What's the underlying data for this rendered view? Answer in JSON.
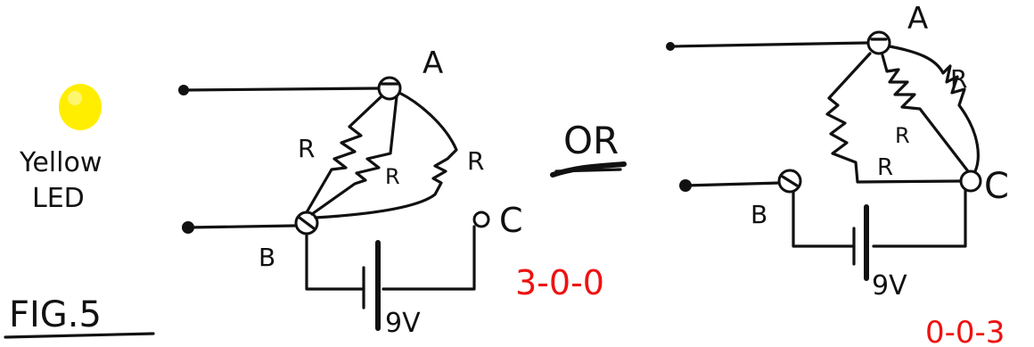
{
  "left_panel": {
    "led_label_line1": "Yellow",
    "led_label_line2": "LED",
    "led_color": "#ffee00",
    "figure_label": "FIG.5"
  },
  "circuit_1": {
    "node_a": "A",
    "node_b": "B",
    "node_c": "C",
    "resistor_labels": [
      "R",
      "R",
      "R"
    ],
    "battery_label": "9V",
    "code": "3-0-0"
  },
  "separator": {
    "label": "OR"
  },
  "circuit_2": {
    "node_a": "A",
    "node_b": "B",
    "node_c": "C",
    "resistor_labels": [
      "R",
      "R",
      "R"
    ],
    "battery_label": "9V",
    "code": "0-0-3"
  },
  "colors": {
    "ink": "#111111",
    "code_red": "#ee1111",
    "led": "#ffee00"
  }
}
